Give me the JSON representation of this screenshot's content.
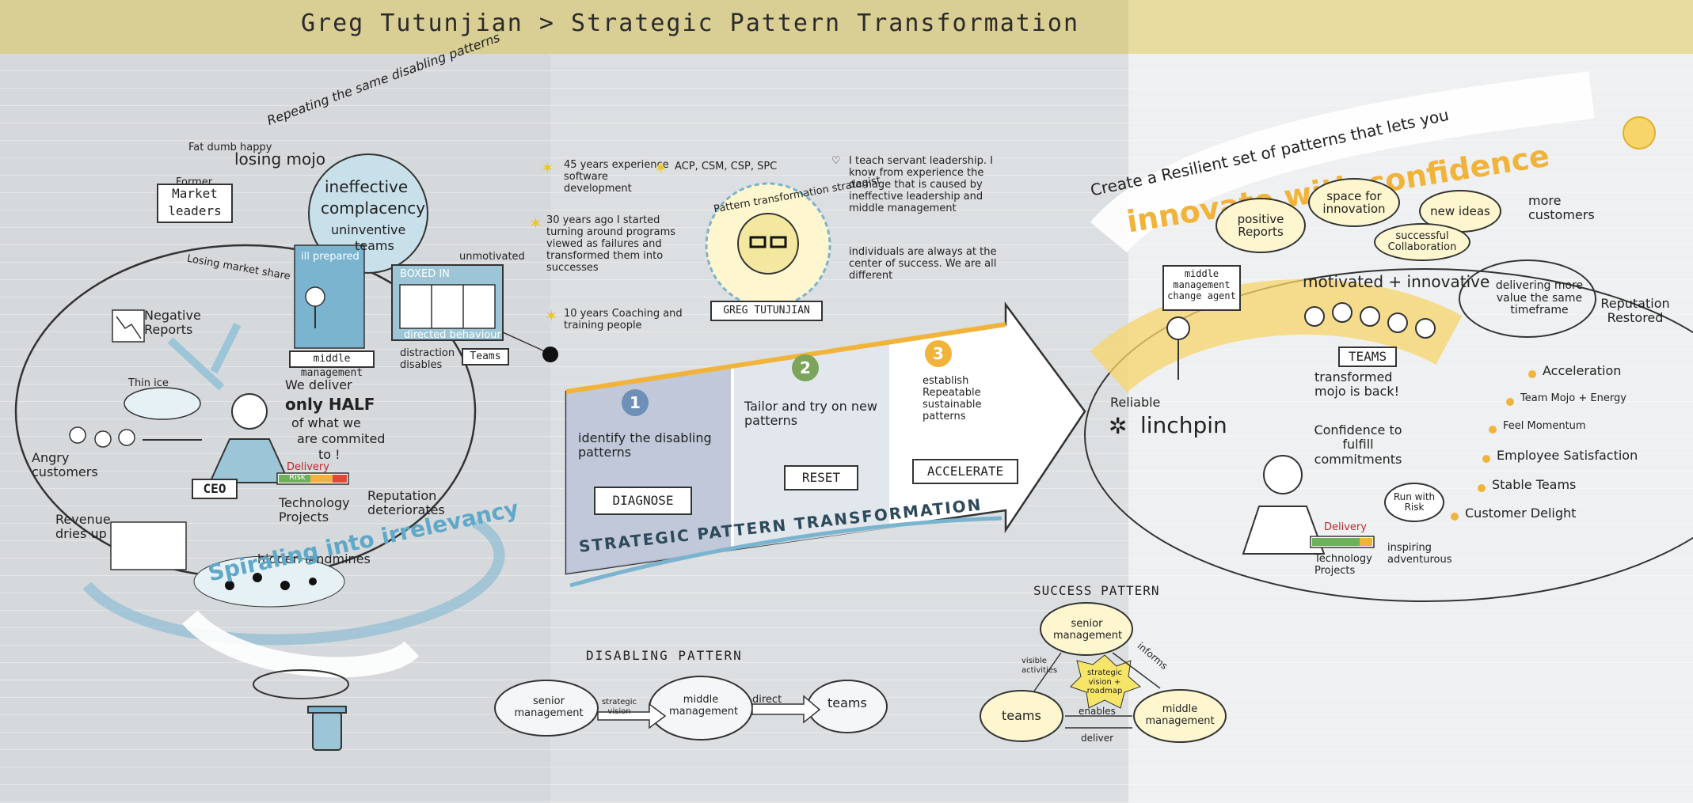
{
  "header": {
    "title": "Greg Tutunjian > Strategic Pattern Transformation"
  },
  "left": {
    "fat_dumb_happy": "Fat dumb happy",
    "former": "Former",
    "market_leaders": "Market leaders",
    "losing_mojo": "losing mojo",
    "repeating": "Repeating the same disabling patterns",
    "complacency_lines": [
      "ineffective",
      "complacency",
      "uninventive",
      "teams"
    ],
    "ill_prepared": "ill prepared",
    "middle_management": "middle management",
    "boxed_in": "BOXED IN",
    "unmotivated": "unmotivated",
    "directed_behaviour": "directed behaviour",
    "teams": "Teams",
    "distraction": "distraction disables",
    "losing_market_share": "Losing market share",
    "negative_reports": "Negative Reports",
    "thin_ice": "Thin ice",
    "we_deliver_lines": [
      "We deliver",
      "only HALF",
      "of what we",
      "are commited",
      "to !"
    ],
    "angry_customers": "Angry customers",
    "ceo": "CEO",
    "delivery": "Delivery",
    "risk": "Risk",
    "technology_projects": "Technology Projects",
    "reputation_deteriorates": "Reputation deteriorates",
    "revenue_dries_up": "Revenue dries up",
    "hidden_landmines": "hidden landmines",
    "spiraling": "Spiraling into irrelevancy"
  },
  "middle": {
    "bio": [
      {
        "text": "45 years experience software development"
      },
      {
        "text": "ACP, CSM, CSP, SPC"
      },
      {
        "text": "30 years ago I started turning around programs viewed as failures and transformed them into successes"
      },
      {
        "text": "10 years Coaching and training people"
      }
    ],
    "portrait_ring": "Pattern transformation strategist",
    "name_label": "GREG TUTUNJIAN",
    "servant": "I teach servant leadership. I know from experience the damage that is caused by ineffective leadership and middle management",
    "individuals": "individuals are always at the center of success. We are all different",
    "steps": [
      {
        "num": "1",
        "text": "identify the disabling patterns",
        "label": "DIAGNOSE",
        "color": "#6e8fb7"
      },
      {
        "num": "2",
        "text": "Tailor and try on new patterns",
        "label": "RESET",
        "color": "#7aa55a"
      },
      {
        "num": "3",
        "text": "establish Repeatable sustainable patterns",
        "label": "ACCELERATE",
        "color": "#f2b33a"
      }
    ],
    "banner": "STRATEGIC PATTERN TRANSFORMATION",
    "disabling_title": "DISABLING PATTERN",
    "disabling_nodes": [
      "senior management",
      "middle management",
      "teams"
    ],
    "disabling_edges": [
      "strategic vision",
      "direct"
    ]
  },
  "right": {
    "headline": "Create a Resilient set of patterns that lets you",
    "innovate": "innovate with confidence",
    "bubbles": [
      "positive Reports",
      "space for innovation",
      "new ideas",
      "successful Collaboration"
    ],
    "more_customers": "more customers",
    "middle_mgmt_agent": "middle management change agent",
    "motivated": "motivated + innovative",
    "teams": "TEAMS",
    "transformed": "transformed mojo is back!",
    "reliable": "Reliable",
    "linchpin": "linchpin",
    "delivering_more": "delivering more value the same timeframe",
    "reputation_restored": "Reputation Restored",
    "benefits": [
      "Acceleration",
      "Team Mojo + Energy",
      "Feel Momentum",
      "Employee Satisfaction",
      "Stable Teams",
      "Customer Delight"
    ],
    "confidence": "Confidence to fulfill commitments",
    "run_with_risk": "Run with Risk",
    "delivery": "Delivery",
    "technology_projects": "Technology Projects",
    "inspiring": "inspiring adventurous",
    "success_title": "SUCCESS PATTERN",
    "success_nodes": [
      "senior management",
      "teams",
      "middle management"
    ],
    "success_center": "strategic vision + roadmap",
    "success_edges": [
      "visible activities",
      "informs",
      "enables",
      "deliver"
    ]
  }
}
